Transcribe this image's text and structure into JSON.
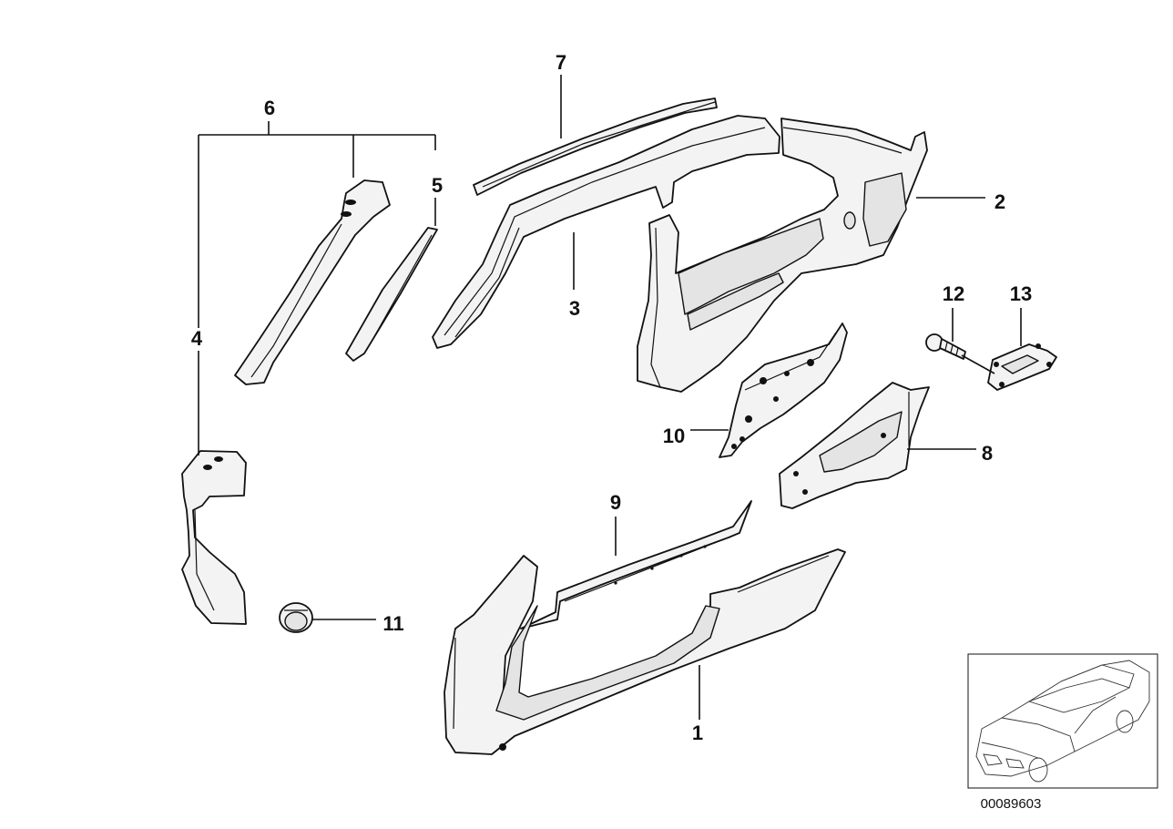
{
  "diagram": {
    "callouts": {
      "c1": "1",
      "c2": "2",
      "c3": "3",
      "c4": "4",
      "c5": "5",
      "c6": "6",
      "c7": "7",
      "c8": "8",
      "c9": "9",
      "c10": "10",
      "c11": "11",
      "c12": "12",
      "c13": "13"
    },
    "doc_number": "00089603"
  }
}
